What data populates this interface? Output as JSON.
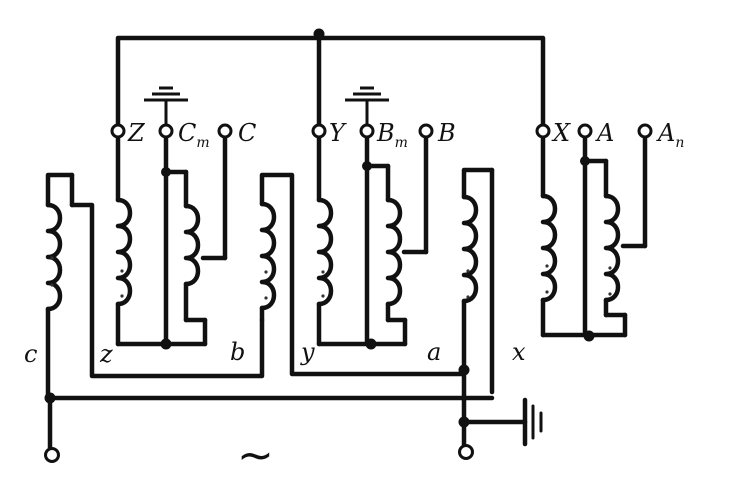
{
  "labels": {
    "Z": "Z",
    "Cm": "C",
    "Cm_sub": "m",
    "C": "C",
    "Y": "Y",
    "Bm": "B",
    "Bm_sub": "m",
    "B": "B",
    "X_top": "X",
    "A": "A",
    "An": "A",
    "An_sub": "n",
    "c": "c",
    "z": "z",
    "b": "b",
    "y": "y",
    "a": "a",
    "x": "x",
    "ac_symbol": "~"
  }
}
